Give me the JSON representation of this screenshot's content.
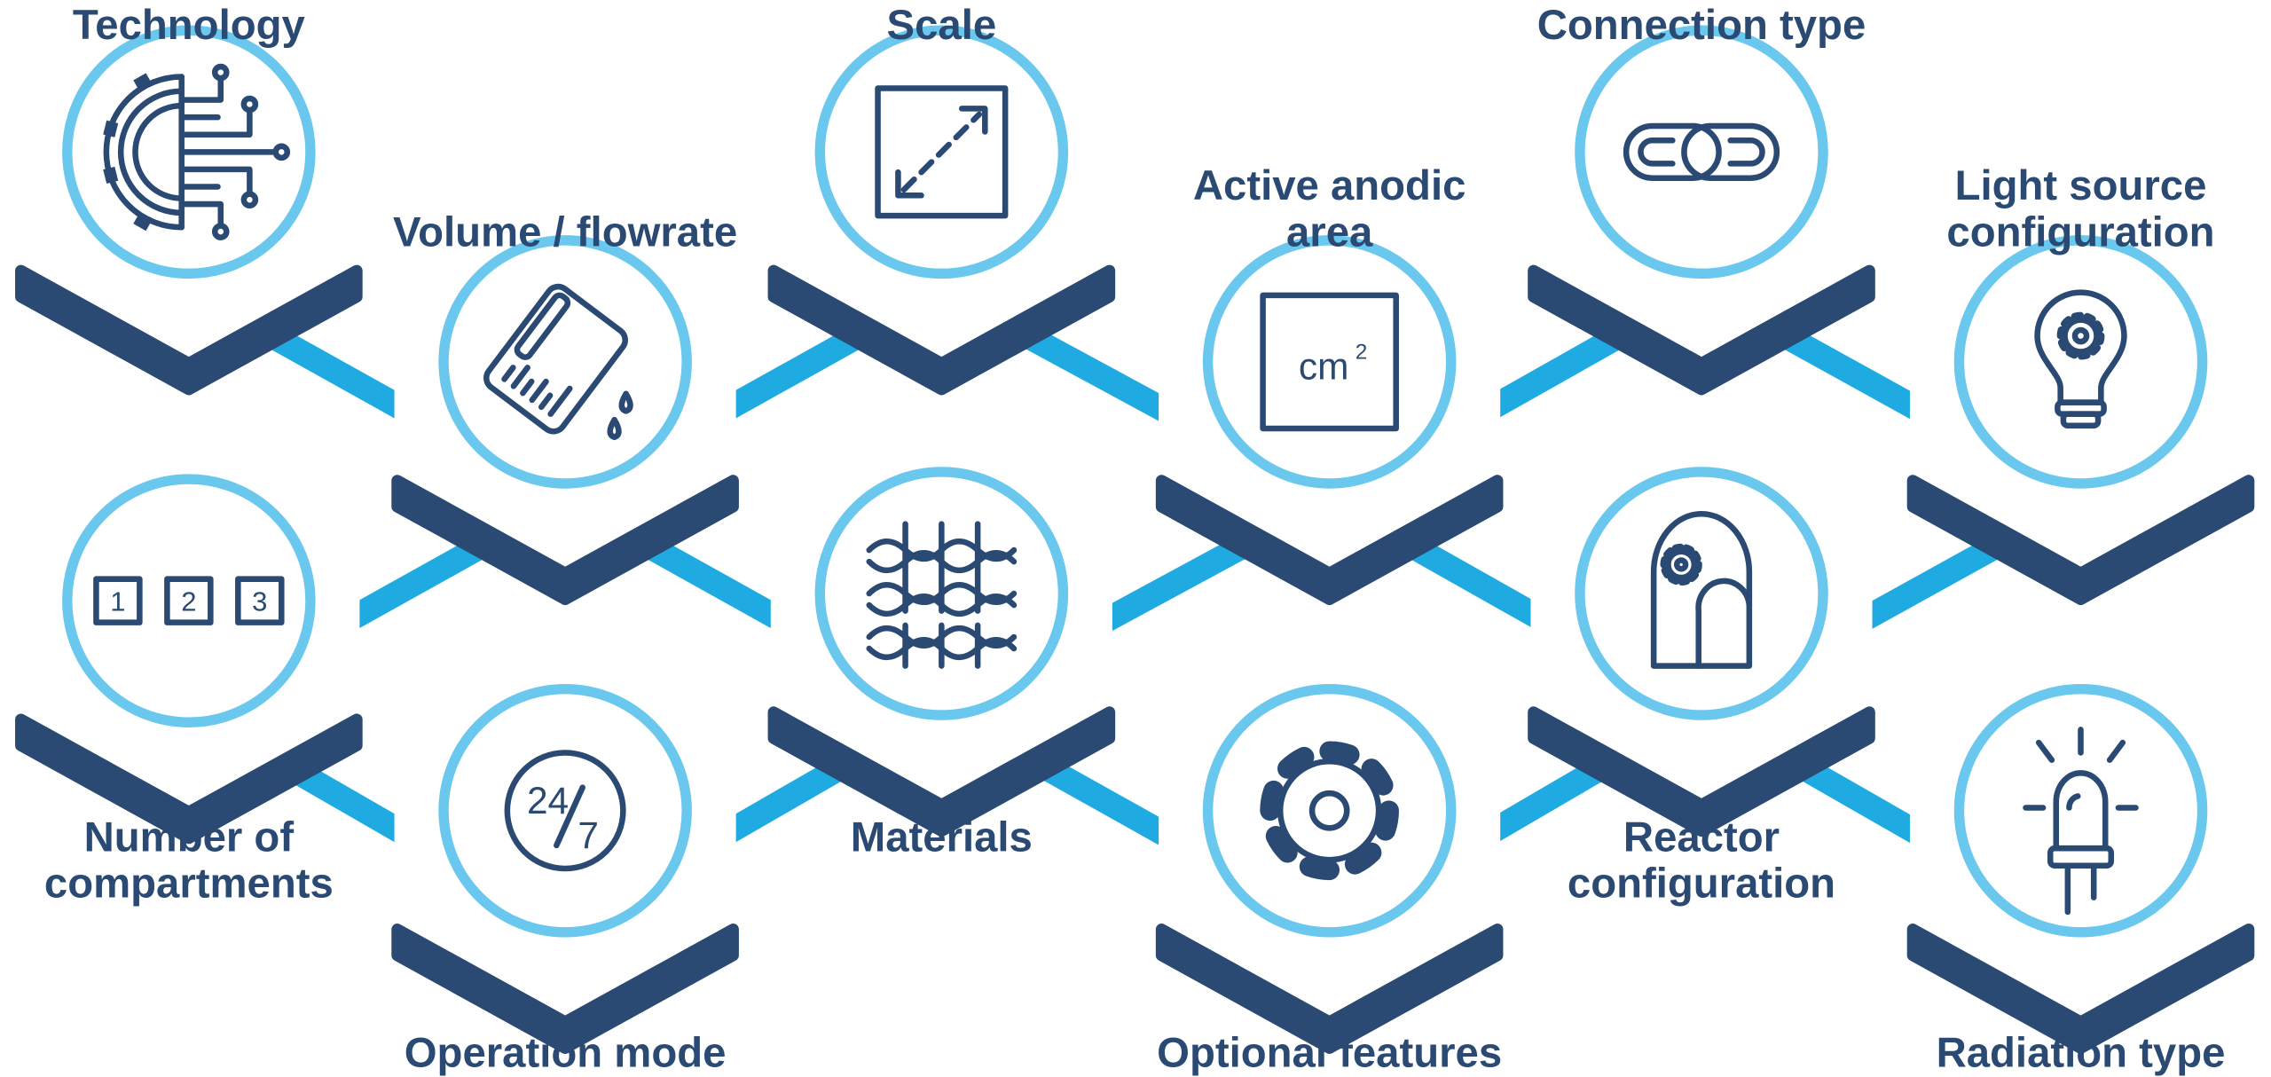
{
  "colors": {
    "navy": "#2a4a73",
    "circle_ring": "#6ac7ee",
    "connector": "#1fabe2"
  },
  "nodes": {
    "technology": {
      "label": "Technology",
      "icon": "gear-circuit-icon"
    },
    "volume": {
      "label": "Volume / flowrate",
      "icon": "pouring-beaker-icon"
    },
    "scale": {
      "label": "Scale",
      "icon": "resize-diagonal-icon"
    },
    "anodic": {
      "label_1": "Active anodic",
      "label_2": "area",
      "icon": "area-square-icon",
      "unit": "cm",
      "exponent": "2"
    },
    "connection": {
      "label": "Connection type",
      "icon": "chain-link-icon"
    },
    "light": {
      "label_1": "Light source",
      "label_2": "configuration",
      "icon": "lightbulb-gear-icon"
    },
    "compartments": {
      "label_1": "Number of",
      "label_2": "compartments",
      "icon": "numbered-boxes-icon",
      "boxes": [
        "1",
        "2",
        "3"
      ]
    },
    "materials": {
      "label": "Materials",
      "icon": "woven-mesh-icon"
    },
    "reactor": {
      "label_1": "Reactor",
      "label_2": "configuration",
      "icon": "reactor-arch-icon"
    },
    "operation": {
      "label": "Operation mode",
      "icon": "clock-24-7-icon",
      "hours": "24",
      "days": "7"
    },
    "optional": {
      "label": "Optional features",
      "icon": "gear-icon"
    },
    "radiation": {
      "label": "Radiation type",
      "icon": "led-icon"
    }
  }
}
